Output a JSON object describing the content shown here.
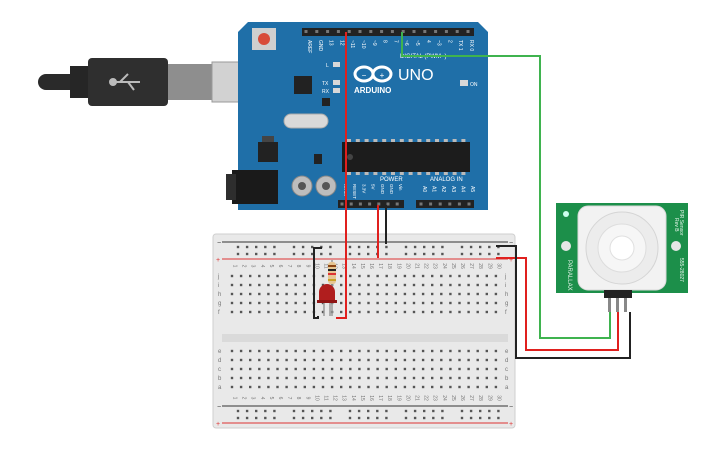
{
  "arduino": {
    "brand": "ARDUINO",
    "model": "UNO",
    "digital_header": "DIGITAL (PWM~)",
    "power_header": "POWER",
    "analog_header": "ANALOG IN",
    "on_label": "ON",
    "led_l": "L",
    "led_tx": "TX",
    "led_rx": "RX",
    "top_pins": [
      "AREF",
      "GND",
      "13",
      "12",
      "~11",
      "~10",
      "~9",
      "8",
      "7",
      "~6",
      "~5",
      "4",
      "~3",
      "2",
      "TX 1",
      "RX 0"
    ],
    "power_pins": [
      "IOREF",
      "RESET",
      "3.3V",
      "5V",
      "GND",
      "GND",
      "Vin"
    ],
    "analog_pins": [
      "A0",
      "A1",
      "A2",
      "A3",
      "A4",
      "A5"
    ]
  },
  "pir": {
    "label_left": "PARALLAX",
    "label_right_1": "PIR Sensor",
    "label_right_2": "Rev B",
    "label_right_3": "555-28027"
  },
  "breadboard": {
    "row_letters_top": [
      "j",
      "i",
      "h",
      "g",
      "f"
    ],
    "row_letters_bottom": [
      "e",
      "d",
      "c",
      "b",
      "a"
    ],
    "column_numbers": [
      "1",
      "2",
      "3",
      "4",
      "5",
      "6",
      "7",
      "8",
      "9",
      "10",
      "11",
      "12",
      "13",
      "14",
      "15",
      "16",
      "17",
      "18",
      "19",
      "20",
      "21",
      "22",
      "23",
      "24",
      "25",
      "26",
      "27",
      "28",
      "29",
      "30"
    ],
    "minus": "−",
    "plus": "+"
  },
  "colors": {
    "board_blue": "#1f6fa8",
    "board_dark": "#155a8a",
    "wire_red": "#e0201e",
    "wire_black": "#222222",
    "wire_green": "#3fb34f",
    "pir_green": "#1c8f4a",
    "breadboard": "#e8e8e8",
    "rail_red": "#d33",
    "rail_blue": "#333"
  }
}
